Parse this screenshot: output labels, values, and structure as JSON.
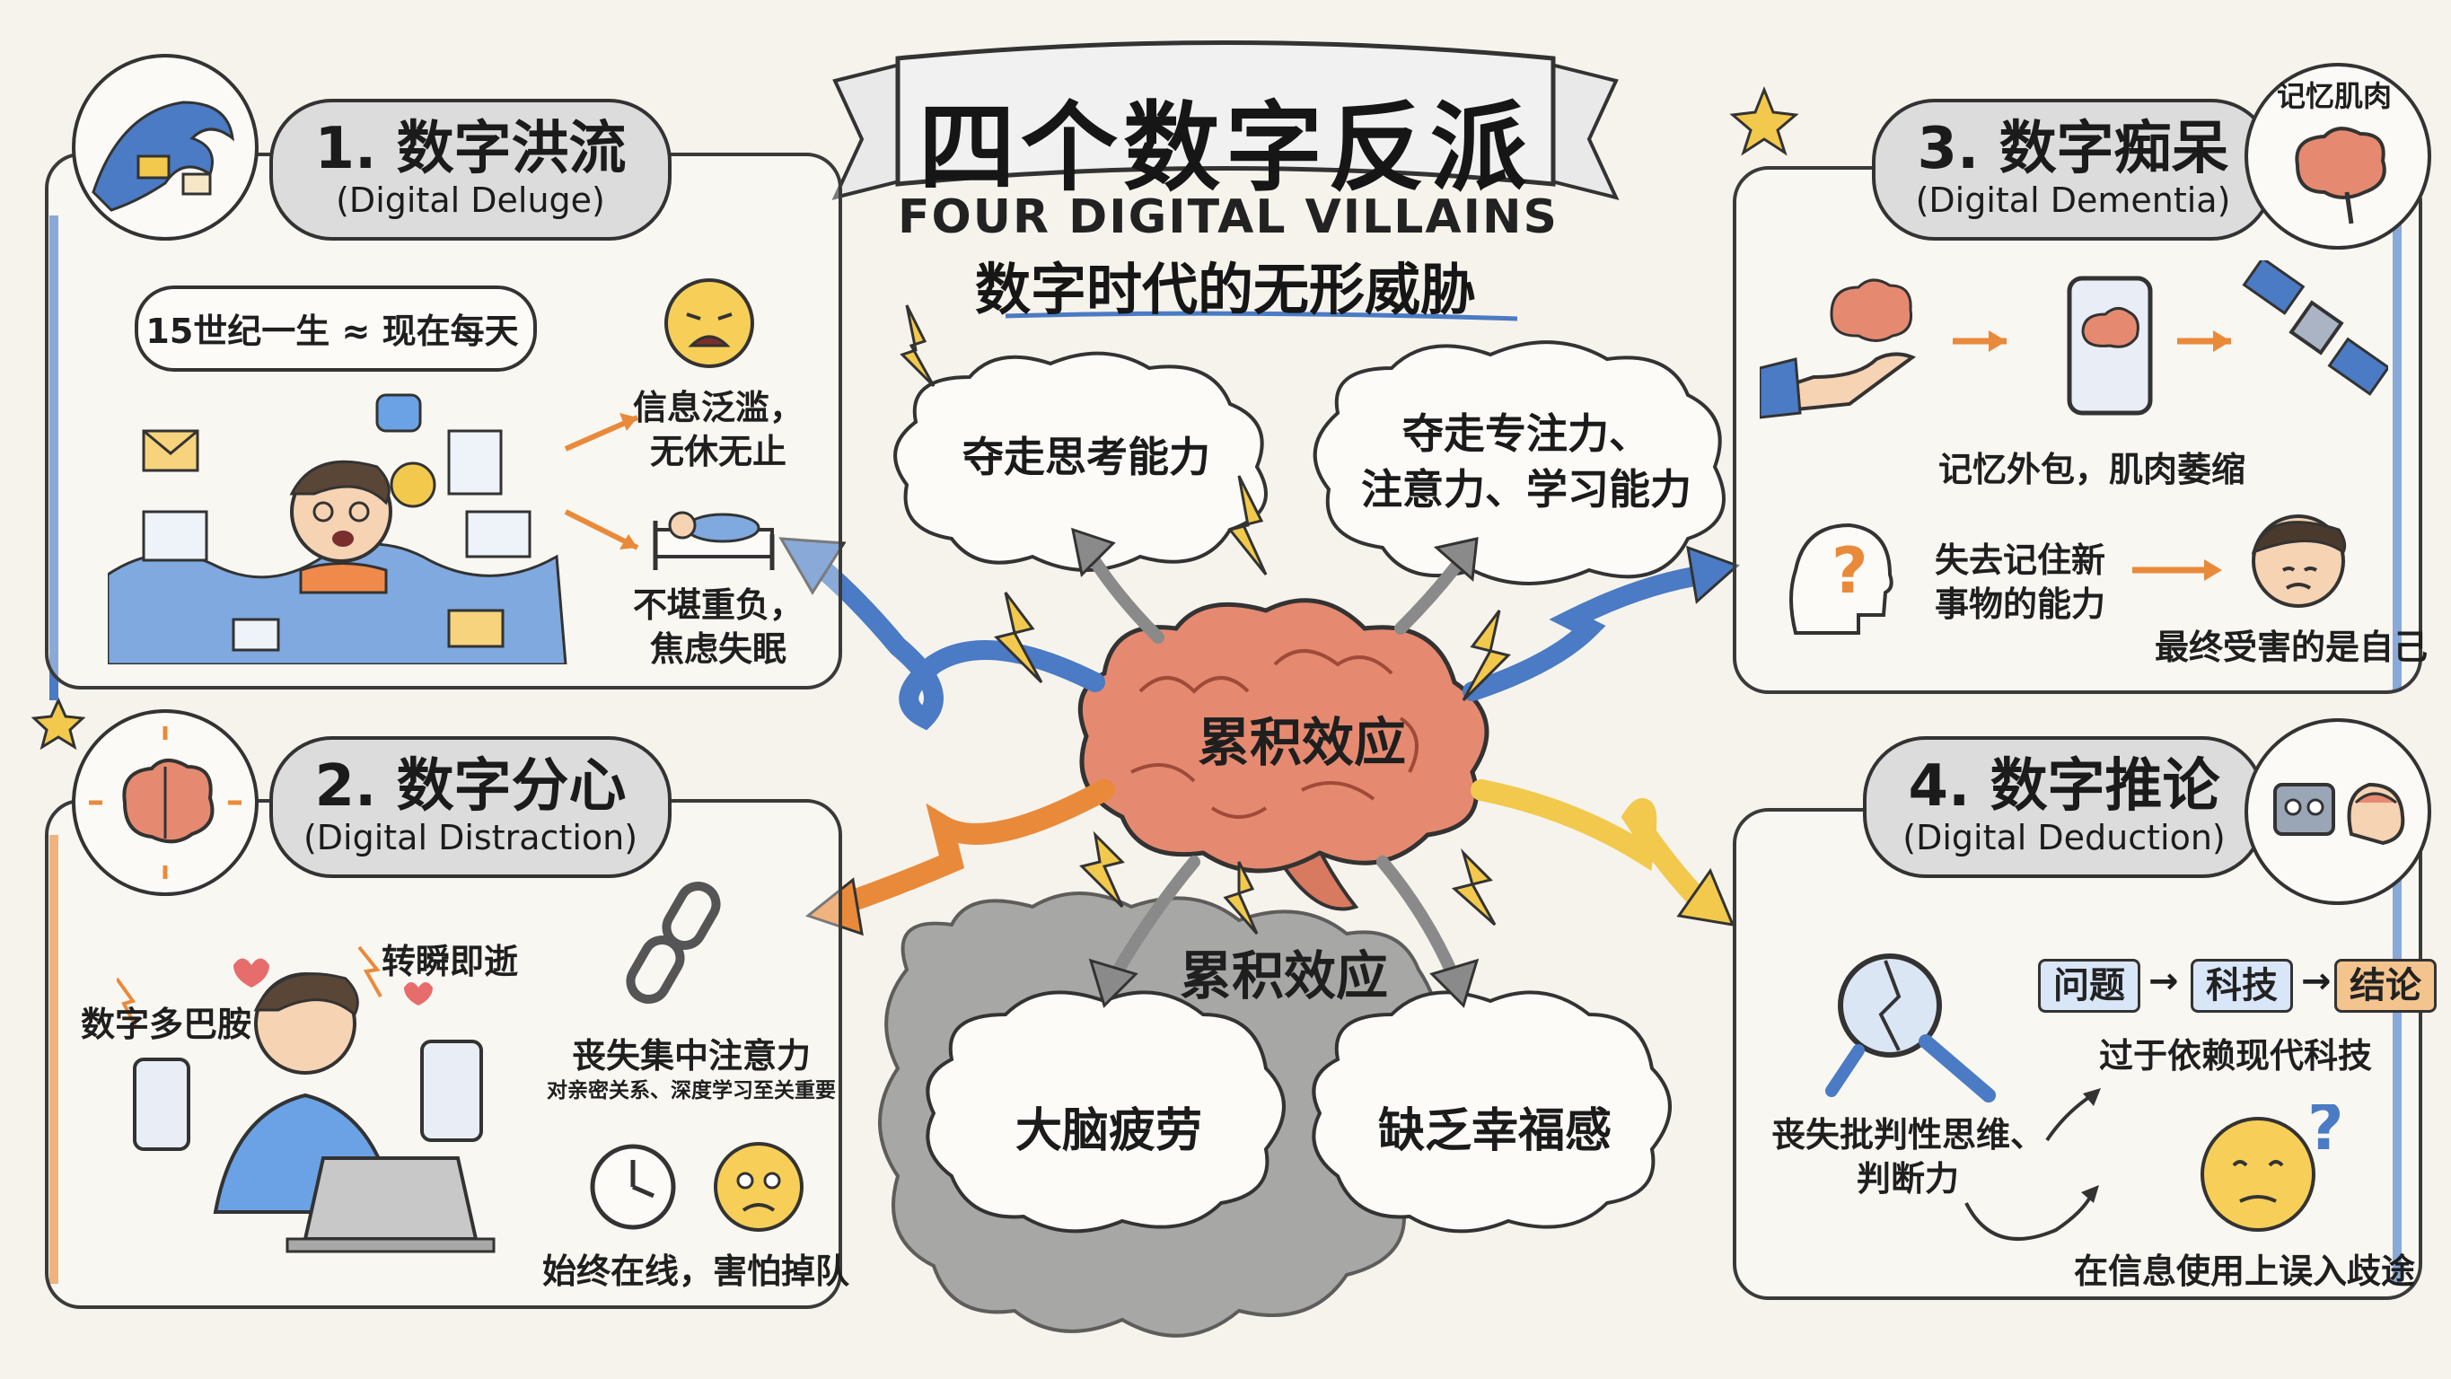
{
  "title": {
    "main": "四个数字反派",
    "english": "FOUR DIGITAL VILLAINS",
    "subtitle": "数字时代的无形威胁"
  },
  "center": {
    "brain_label": "累积效应",
    "lower_label": "累积效应",
    "cloud_think": "夺走思考能力",
    "cloud_focus_line1": "夺走专注力、",
    "cloud_focus_line2": "注意力、学习能力",
    "cloud_fatigue": "大脑疲劳",
    "cloud_happiness": "缺乏幸福感"
  },
  "panel1": {
    "title": "1. 数字洪流",
    "subtitle": "(Digital Deluge)",
    "bubble": "15世纪一生 ≈ 现在每天",
    "note1_line1": "信息泛滥，",
    "note1_line2": "无休无止",
    "note2_line1": "不堪重负，",
    "note2_line2": "焦虑失眠"
  },
  "panel2": {
    "title": "2. 数字分心",
    "subtitle": "(Digital Distraction)",
    "dopamine": "数字多巴胺",
    "fleeting": "转瞬即逝",
    "lose_focus": "丧失集中注意力",
    "lose_focus_sub": "对亲密关系、深度学习至关重要",
    "always_online": "始终在线，害怕掉队"
  },
  "panel3": {
    "title": "3. 数字痴呆",
    "subtitle": "(Digital Dementia)",
    "icon_label": "记忆肌肉",
    "outsource": "记忆外包，肌肉萎缩",
    "lose_memory_line1": "失去记住新",
    "lose_memory_line2": "事物的能力",
    "victim": "最终受害的是自己"
  },
  "panel4": {
    "title": "4. 数字推论",
    "subtitle": "(Digital Deduction)",
    "flow": [
      "问题",
      "科技",
      "结论"
    ],
    "over_rely": "过于依赖现代科技",
    "lose_critical_line1": "丧失批判性思维、",
    "lose_critical_line2": "判断力",
    "astray": "在信息使用上误入歧途"
  },
  "colors": {
    "blue": "#4a7bc4",
    "orange": "#e98a3a",
    "yellow": "#f2c94c",
    "brain": "#e58a70",
    "gray": "#8a8a8a"
  }
}
